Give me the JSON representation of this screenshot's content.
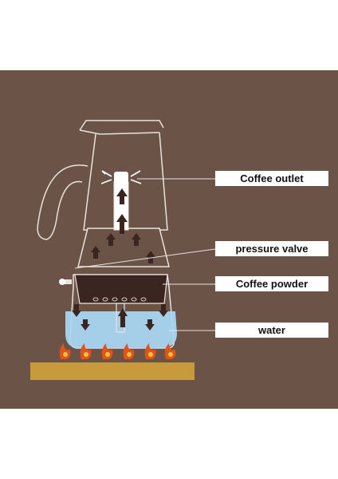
{
  "labels": {
    "coffee_outlet": "Coffee outlet",
    "pressure_valve": "pressure valve",
    "coffee_powder": "Coffee powder",
    "water": "water"
  },
  "colors": {
    "background": "#6b5348",
    "outline": "#e9e2dd",
    "coffee": "#3a2520",
    "water": "#a9d6f2",
    "arrow": "#3a2520",
    "flame": "#e0531a",
    "flame_core": "#f7c43a",
    "stove": "#c89a3b"
  },
  "icons": [
    "arrow-up-icon",
    "arrow-down-icon",
    "flame-icon",
    "steam-arrow-icon"
  ]
}
